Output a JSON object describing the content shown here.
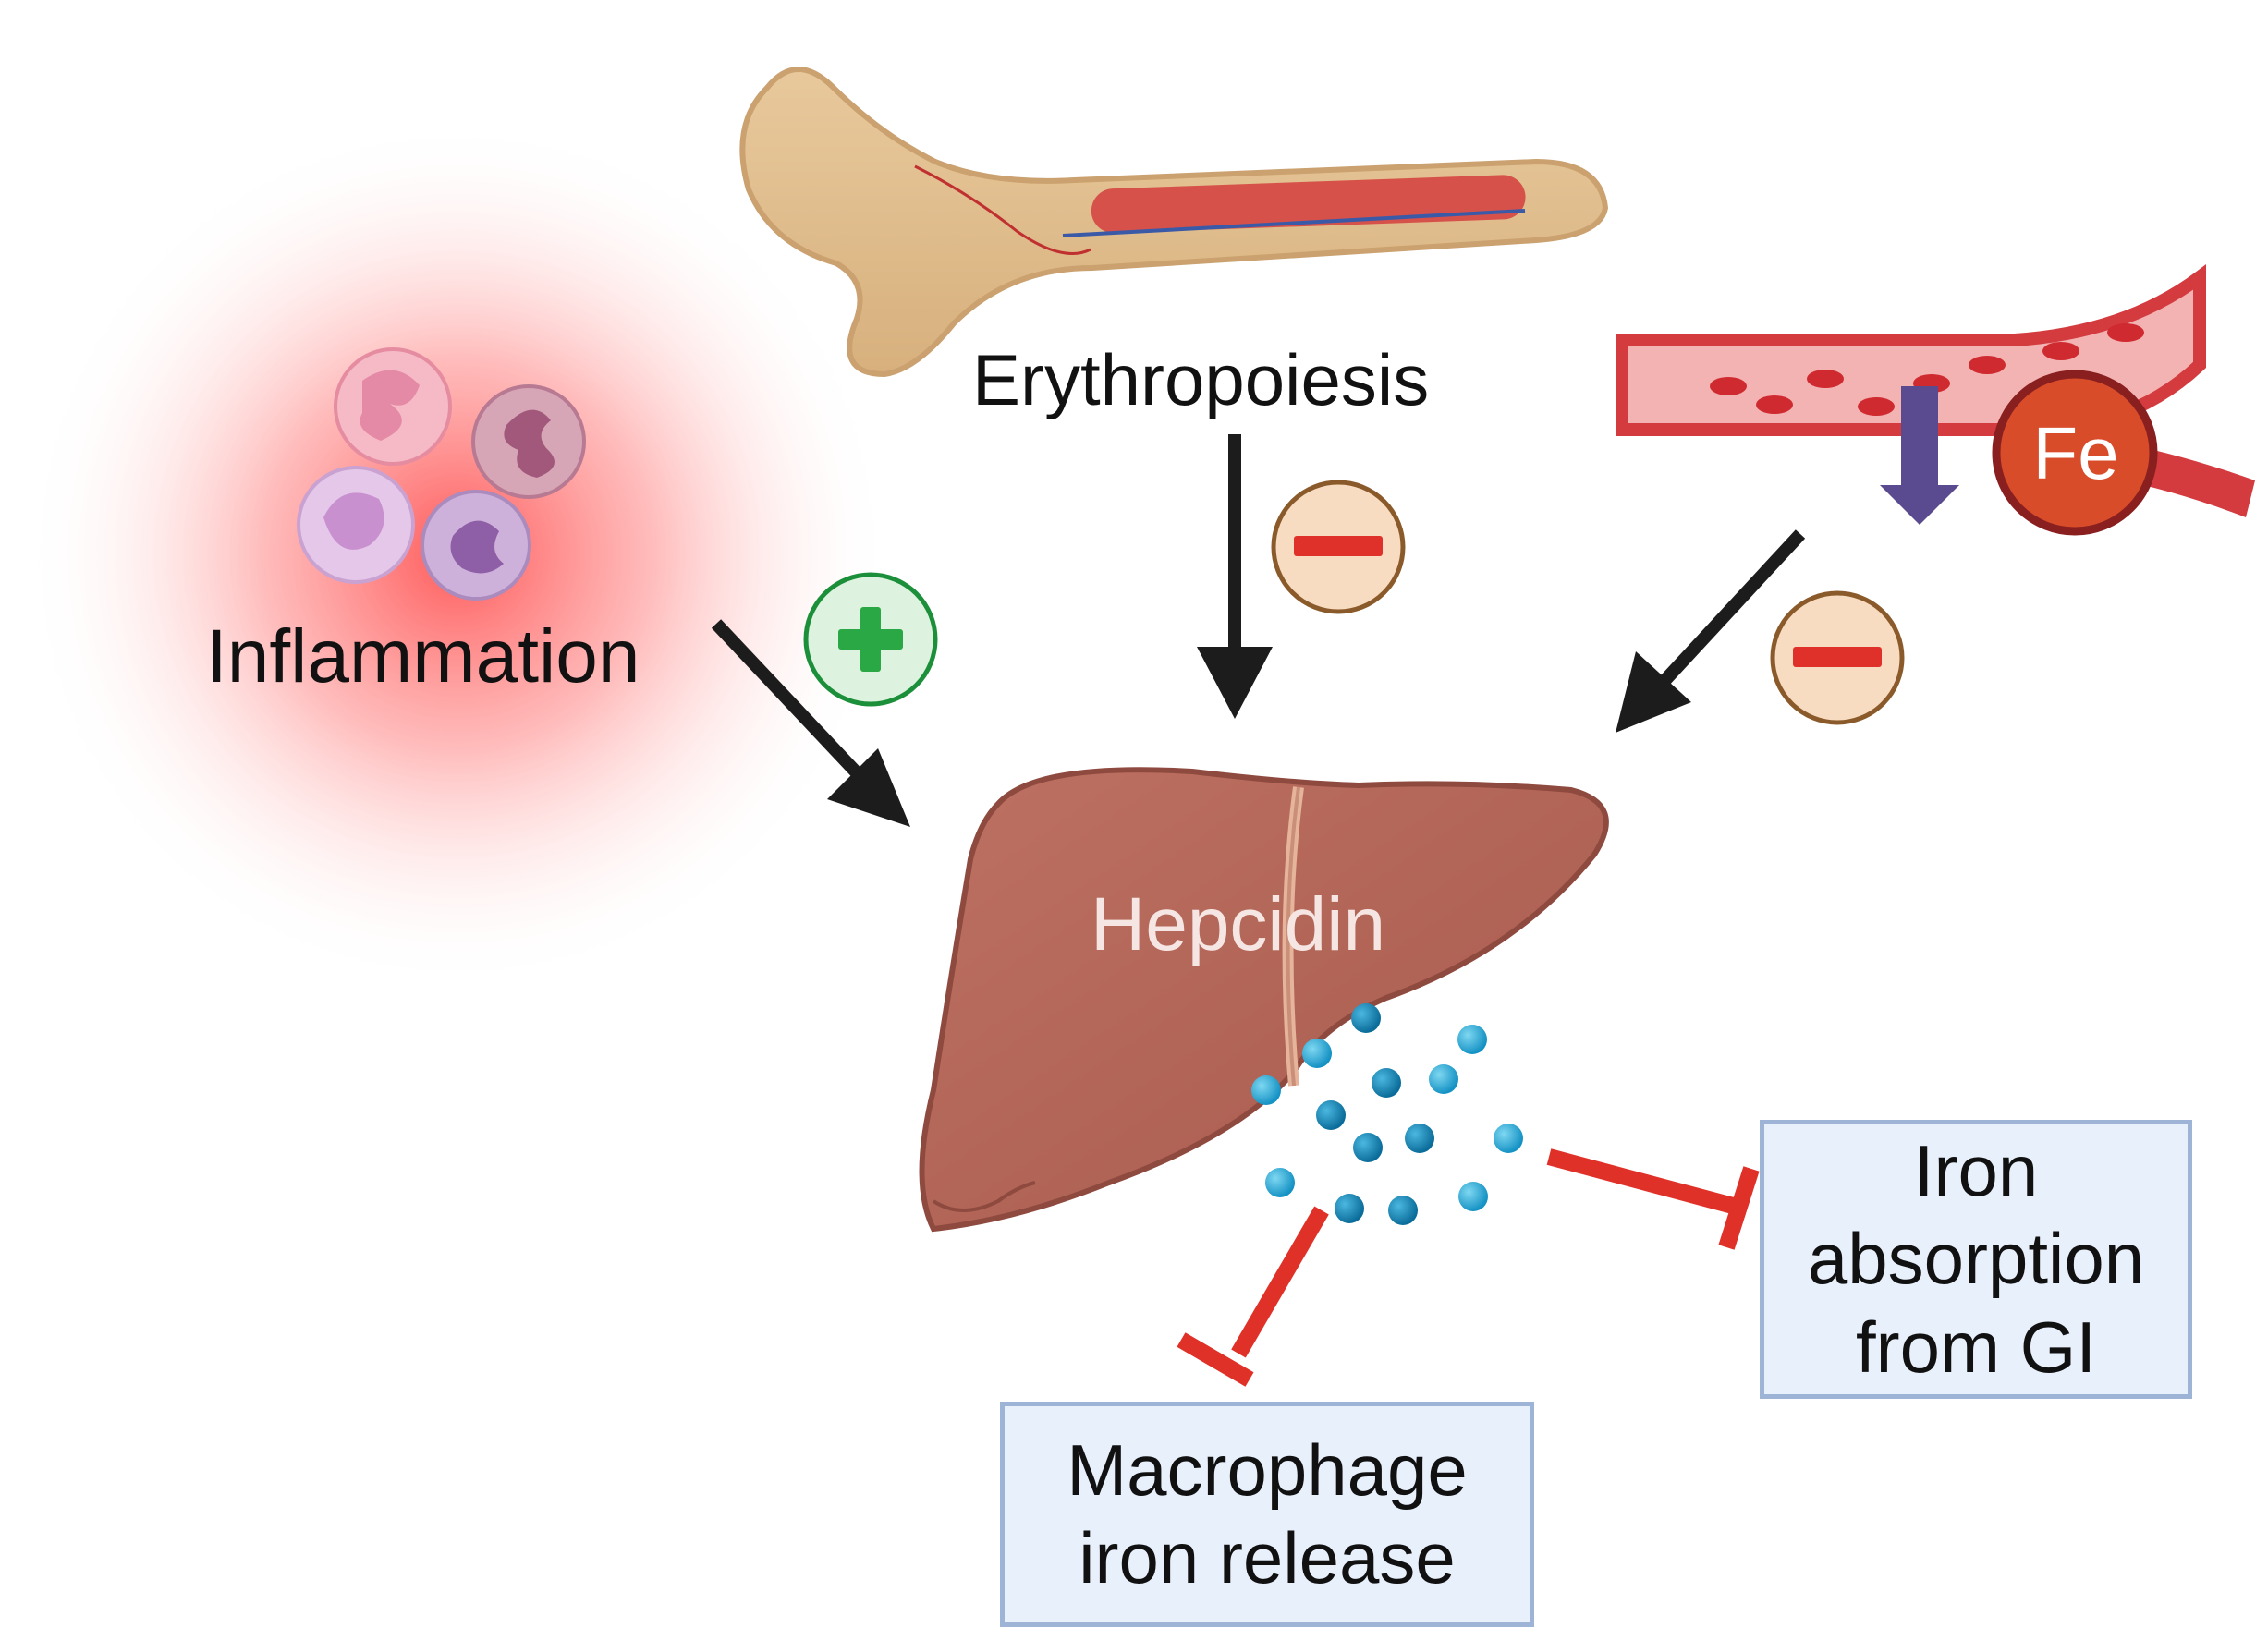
{
  "labels": {
    "inflammation": "Inflammation",
    "erythropoiesis": "Erythropoiesis",
    "hepcidin": "Hepcidin",
    "iron_symbol": "Fe"
  },
  "targets": {
    "iron_absorption": [
      "Iron",
      "absorption",
      "from GI"
    ],
    "macrophage_release": [
      "Macrophage",
      "iron release"
    ]
  },
  "signs": {
    "inflammation_effect": "+",
    "erythropoiesis_effect": "−",
    "iron_effect": "−"
  },
  "colors": {
    "liver": "#b86a5c",
    "positive_badge": "#2aa845",
    "negative_badge": "#e0302a",
    "inhibition_arrow": "#e03128",
    "activation_arrow": "#1c1c1c",
    "hepcidin_dots": "#1fa9d6",
    "target_box_fill": "#e8f0fb",
    "target_box_border": "#9db4d6",
    "iron_circle": "#d84c2a"
  }
}
